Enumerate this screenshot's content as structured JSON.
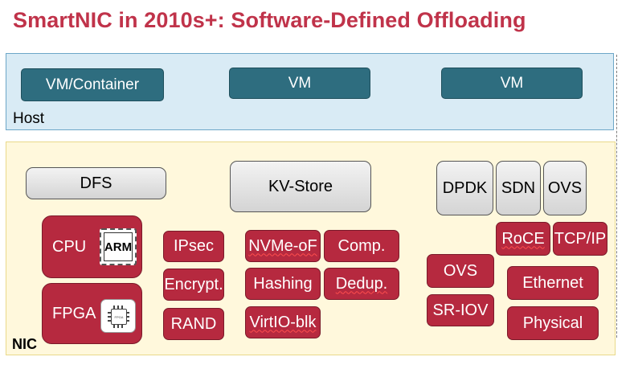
{
  "title": "SmartNIC in 2010s+: Software-Defined Offloading",
  "host": {
    "label": "Host",
    "vms": [
      "VM/Container",
      "VM",
      "VM"
    ]
  },
  "nic": {
    "label": "NIC",
    "services": [
      "DFS",
      "KV-Store",
      "DPDK",
      "SDN",
      "OVS"
    ],
    "processors": {
      "cpu": "CPU",
      "arm": "ARM",
      "fpga": "FPGA",
      "fpga_chip": "FPGA"
    },
    "offloads": {
      "ipsec": "IPsec",
      "encrypt": "Encrypt.",
      "rand": "RAND",
      "nvmeof": "NVMe-oF",
      "comp": "Comp.",
      "hashing": "Hashing",
      "dedup": "Dedup.",
      "virtio": "VirtIO-blk"
    },
    "network": {
      "roce": "RoCE",
      "tcpip": "TCP/IP",
      "ovs": "OVS",
      "ethernet": "Ethernet",
      "sriov": "SR-IOV",
      "physical": "Physical"
    }
  },
  "colors": {
    "title": "#c0334a",
    "vm": "#2e6d7f",
    "offload": "#b6293f",
    "host_bg": "#d9ebf5",
    "nic_bg": "#fff8dc"
  }
}
